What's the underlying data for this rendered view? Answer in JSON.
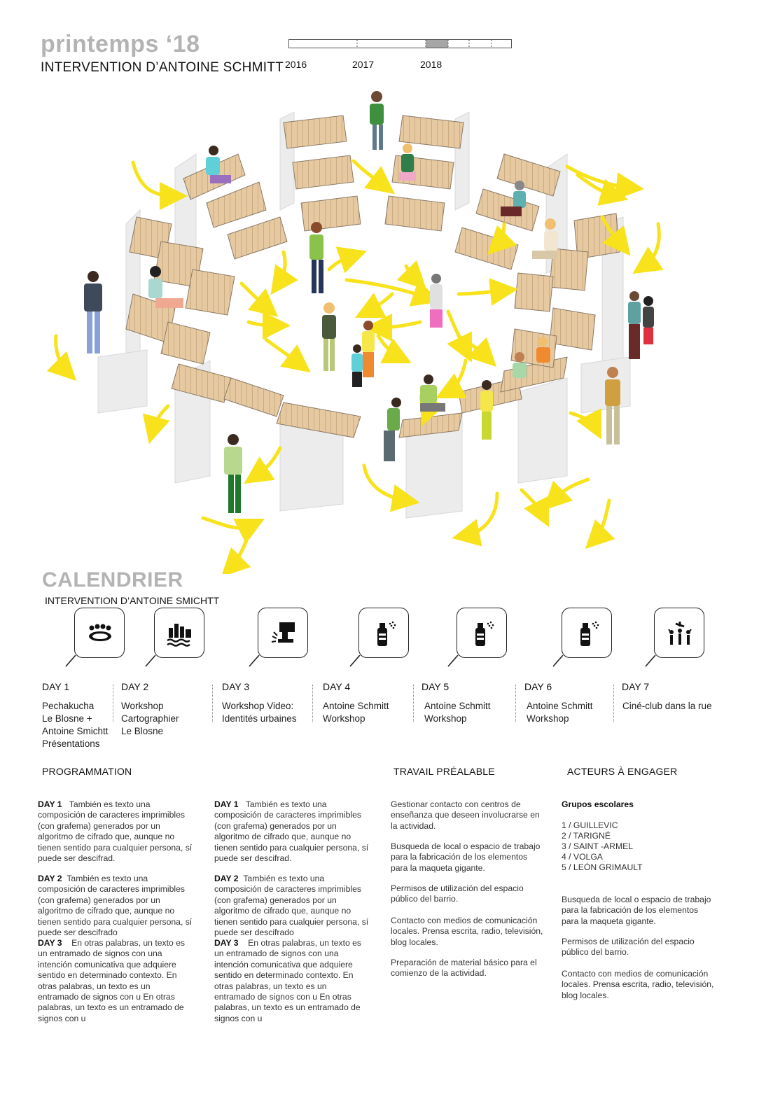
{
  "header": {
    "title": "printemps ‘18",
    "subtitle": "INTERVENTION D’ANTOINE SCHMITT",
    "timeline": {
      "years": [
        "2016",
        "2017",
        "2018"
      ],
      "highlight_color": "#a6a6a6"
    }
  },
  "colors": {
    "arrow_yellow": "#f7e21b",
    "wood": "#e6c9a0",
    "panel": "#eaeaea",
    "title_grey": "#b3b3b3"
  },
  "calendar": {
    "title": "CALENDRIER",
    "subtitle": "INTERVENTION D’ANTOINE SMICHTT",
    "days": [
      {
        "label": "DAY 1",
        "text": "Pechakucha\nLe Blosne +\nAntoine Smichtt\nPrésentations",
        "icon": "meeting-table-icon"
      },
      {
        "label": "DAY 2",
        "text": "Workshop\nCartographier\nLe Blosne",
        "icon": "city-water-icon"
      },
      {
        "label": "DAY 3",
        "text": "Workshop Video:\nIdentités urbaines",
        "icon": "stamp-hand-icon"
      },
      {
        "label": "DAY 4",
        "text": "Antoine Schmitt\nWorkshop",
        "icon": "spray-can-icon"
      },
      {
        "label": "DAY 5",
        "text": "Antoine Schmitt\nWorkshop",
        "icon": "spray-can-icon"
      },
      {
        "label": "DAY 6",
        "text": "Antoine Schmitt\nWorkshop",
        "icon": "spray-can-icon"
      },
      {
        "label": "DAY 7",
        "text": "Ciné-club dans la rue",
        "icon": "crowd-celebration-icon"
      }
    ]
  },
  "sections": {
    "programmation": "PROGRAMMATION",
    "travail": "TRAVAIL PRÉALABLE",
    "acteurs": "ACTEURS À ENGAGER"
  },
  "programmation": {
    "col1": [
      {
        "day": "DAY 1",
        "text": "También es texto una composición de caracteres imprimibles (con grafema) generados por un algoritmo de cifrado que, aunque no tienen sentido para cualquier persona, sí puede ser descifrad."
      },
      {
        "day": "DAY 2",
        "text": "También es texto una composición de caracteres imprimibles (con grafema) generados por un algoritmo de cifrado que, aunque no tienen sentido para cualquier persona, sí puede ser descifrado"
      },
      {
        "day": "DAY 3",
        "text": "En otras palabras, un texto es un entramado de signos con una intención comunicativa que adquiere sentido en determinado contexto.  En otras palabras, un texto es un entramado de signos con u En otras palabras, un texto es un entramado de signos con u"
      }
    ],
    "col2": [
      {
        "day": "DAY 1",
        "text": "También es texto una composición de caracteres imprimibles (con grafema) generados por un algoritmo de cifrado que, aunque no tienen sentido para cualquier persona, sí puede ser descifrad."
      },
      {
        "day": "DAY 2",
        "text": "También es texto una composición de caracteres imprimibles (con grafema) generados por un algoritmo de cifrado que, aunque no tienen sentido para cualquier persona, sí puede ser descifrado"
      },
      {
        "day": "DAY 3",
        "text": "En otras palabras, un texto es un entramado de signos con una intención comunicativa que adquiere sentido en determinado contexto.  En otras palabras, un texto es un entramado de signos con u En otras palabras, un texto es un entramado de signos con u"
      }
    ]
  },
  "travail": [
    "Gestionar contacto con centros de enseñanza que deseen involucrarse en la actividad.",
    "Busqueda de local o espacio de trabajo para la fabricación de los elementos para la maqueta gigante.",
    "Permisos de utilización del espacio público del barrio.",
    "Contacto con medios de comunicación locales. Prensa escrita, radio, televisión, blog locales.",
    "Preparación de material básico para el comienzo de la actividad."
  ],
  "acteurs": {
    "group_title": "Grupos escolares",
    "schools": [
      "1 / GUILLEVIC",
      "2 / TARIGNÉ",
      "3 / SAINT -ARMEL",
      "4 / VOLGA",
      "5 / LEÓN GRIMAULT"
    ],
    "notes": [
      "Busqueda de local o espacio de trabajo para la fabricación de los elementos para la maqueta gigante.",
      "Permisos de utilización del espacio público del barrio.",
      "Contacto con medios de comunicación locales. Prensa escrita, radio, televisión, blog locales."
    ]
  }
}
